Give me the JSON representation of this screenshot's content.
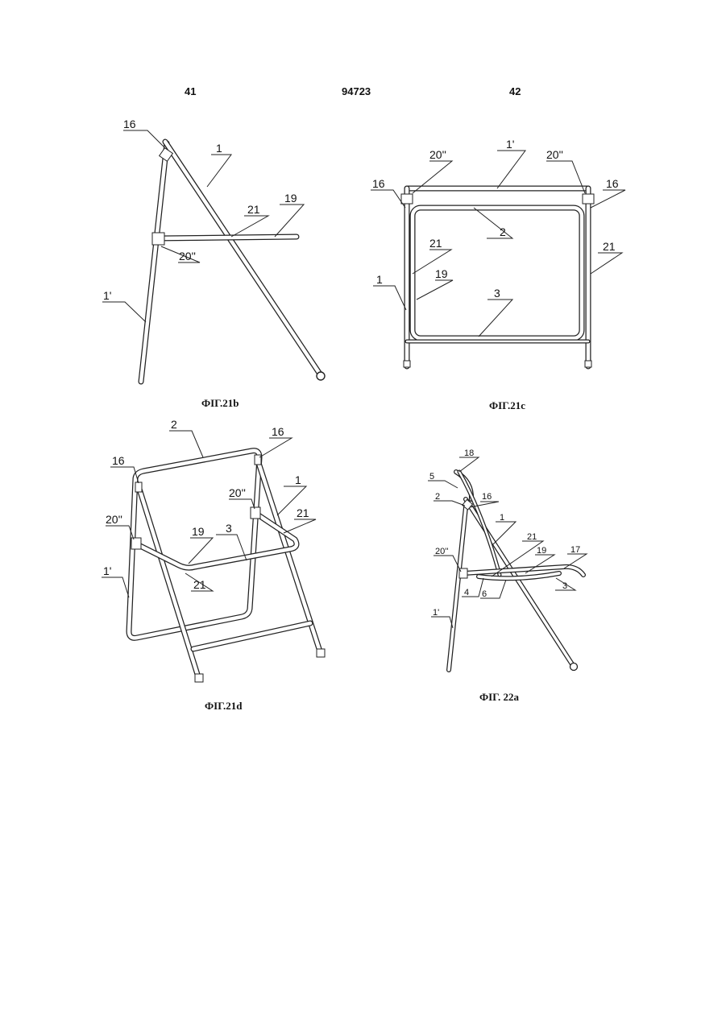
{
  "header": {
    "left_page": "41",
    "doc_number": "94723",
    "right_page": "42"
  },
  "figures": {
    "fig21b": {
      "caption": "ФІГ.21b",
      "labels": {
        "l16": "16",
        "l1": "1",
        "l21": "21",
        "l19": "19",
        "l20": "20''",
        "l1p": "1'"
      }
    },
    "fig21c": {
      "caption": "ФІГ.21c",
      "labels": {
        "l20a": "20''",
        "l1p": "1'",
        "l20b": "20''",
        "l16a": "16",
        "l16b": "16",
        "l2": "2",
        "l21a": "21",
        "l21b": "21",
        "l1": "1",
        "l19": "19",
        "l3": "3"
      }
    },
    "fig21d": {
      "caption": "ФІГ.21d",
      "labels": {
        "l2": "2",
        "l16a": "16",
        "l16b": "16",
        "l1": "1",
        "l20a": "20''",
        "l21a": "21",
        "l20b": "20''",
        "l19": "19",
        "l3": "3",
        "l1p": "1'",
        "l21b": "21"
      }
    },
    "fig22a": {
      "caption": "ФІГ. 22a",
      "labels": {
        "l18": "18",
        "l5": "5",
        "l2": "2",
        "l16": "16",
        "l1": "1",
        "l21": "21",
        "l17": "17",
        "l20": "20''",
        "l19": "19",
        "l4": "4",
        "l6": "6",
        "l3": "3",
        "l1p": "1'"
      }
    }
  }
}
